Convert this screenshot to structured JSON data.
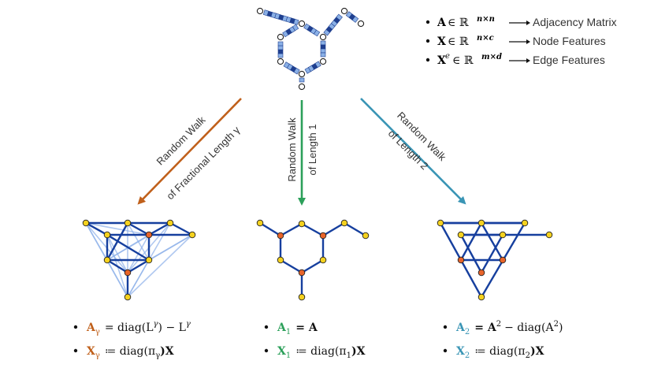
{
  "legend": [
    {
      "symbol": "A",
      "rel": "∈ ℝ",
      "sup": "n×n",
      "desc": "Adjacency Matrix"
    },
    {
      "symbol": "X",
      "rel": "∈ ℝ",
      "sup": "n×c",
      "desc": "Node Features"
    },
    {
      "symbol": "X",
      "symbol_sup": "e",
      "rel": "∈ ℝ",
      "sup": "m×d",
      "desc": "Edge Features"
    }
  ],
  "arrows": {
    "left": {
      "line1": "Random Walk",
      "line2": "of Fractional Length γ",
      "color": "#c0601b"
    },
    "middle": {
      "line1": "Random Walk",
      "line2": "of Length 1",
      "color": "#2ca05a"
    },
    "right": {
      "line1": "Random Walk",
      "line2": "of Length 2",
      "color": "#3a95b5"
    }
  },
  "formulas": {
    "left": {
      "a_sym": "A",
      "a_sub": "γ",
      "a_rhs": "= diag(L",
      "a_sup": "γ",
      "a_rhs2": ") − L",
      "a_sup2": "γ",
      "x_sym": "X",
      "x_sub": "γ",
      "x_rhs": "≔ diag(π",
      "x_sub2": "γ",
      "x_rhs2": ")X"
    },
    "middle": {
      "a_sym": "A",
      "a_sub": "1",
      "a_rhs": "= A",
      "x_sym": "X",
      "x_sub": "1",
      "x_rhs": "≔ diag(π",
      "x_sub2": "1",
      "x_rhs2": ")X"
    },
    "right": {
      "a_sym": "A",
      "a_sub": "2",
      "a_rhs": "= A",
      "a_sup": "2",
      "a_rhs2": "− diag(A",
      "a_sup2": "2",
      "a_rhs3": ")",
      "x_sym": "X",
      "x_sub": "2",
      "x_rhs": "≔ diag(π",
      "x_sub2": "2",
      "x_rhs2": ")X"
    }
  },
  "colors": {
    "edge": "#163f9e",
    "edge_light": "#8fb2ea",
    "node_yellow": "#f5d21f",
    "node_orange": "#e8642a",
    "feature_fill": "#8ab0e6",
    "feature_dark": "#1f3f8f",
    "bullet": "#111111"
  }
}
